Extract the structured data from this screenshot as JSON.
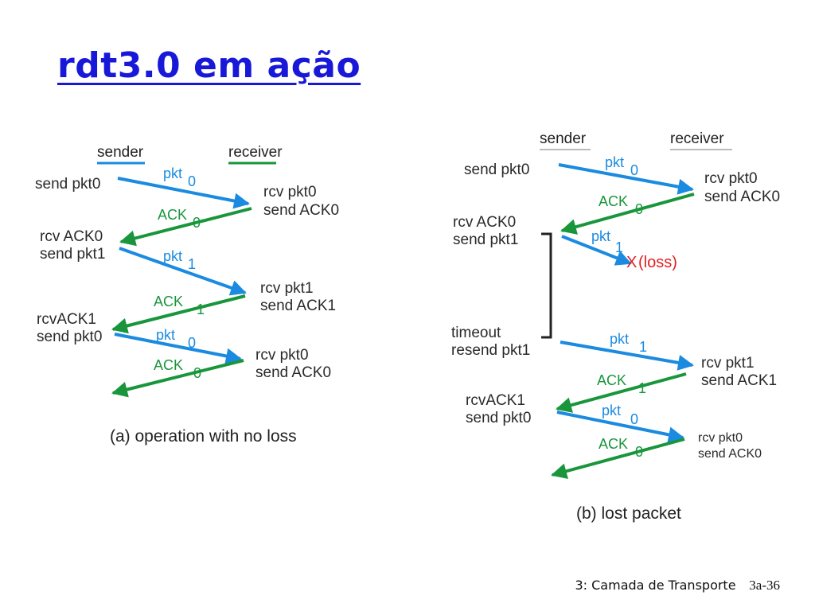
{
  "title": "rdt3.0 em ação",
  "colors": {
    "title": "#1818d8",
    "packet": "#1a8be0",
    "ack": "#19963c",
    "loss": "#e02020"
  },
  "left": {
    "sender_label": "sender",
    "receiver_label": "receiver",
    "sender_events": [
      "send pkt0",
      "rcv ACK0",
      "send pkt1",
      "rcvACK1",
      "send pkt0"
    ],
    "receiver_events": [
      "rcv pkt0",
      "send ACK0",
      "rcv pkt1",
      "send ACK1",
      "rcv pkt0",
      "send ACK0"
    ],
    "packets": [
      {
        "label": "pkt",
        "seq": "0"
      },
      {
        "label": "pkt",
        "seq": "1"
      },
      {
        "label": "pkt",
        "seq": "0"
      }
    ],
    "acks": [
      {
        "label": "ACK",
        "seq": "0"
      },
      {
        "label": "ACK",
        "seq": "1"
      },
      {
        "label": "ACK",
        "seq": "0"
      }
    ],
    "caption": "(a) operation with no loss"
  },
  "right": {
    "sender_label": "sender",
    "receiver_label": "receiver",
    "sender_events": [
      "send pkt0",
      "rcv ACK0",
      "send pkt1",
      "timeout",
      "resend pkt1",
      "rcvACK1",
      "send pkt0"
    ],
    "receiver_events": [
      "rcv pkt0",
      "send ACK0",
      "rcv pkt1",
      "send ACK1",
      "rcv pkt0",
      "send ACK0"
    ],
    "packets": [
      {
        "label": "pkt",
        "seq": "0"
      },
      {
        "label": "pkt",
        "seq": "1"
      },
      {
        "label": "pkt",
        "seq": "1"
      },
      {
        "label": "pkt",
        "seq": "0"
      }
    ],
    "acks": [
      {
        "label": "ACK",
        "seq": "0"
      },
      {
        "label": "ACK",
        "seq": "1"
      },
      {
        "label": "ACK",
        "seq": "0"
      }
    ],
    "loss_marker": "X",
    "loss_label": "(loss)",
    "caption": "(b) lost packet"
  },
  "footer": {
    "chapter": "3: Camada de Transporte",
    "page": "3a-36"
  }
}
